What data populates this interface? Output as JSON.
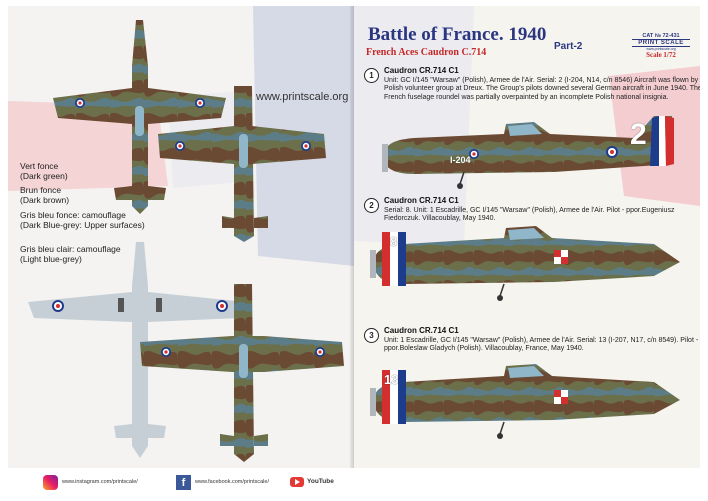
{
  "left_page": {
    "website": "www.printscale.org",
    "legend": [
      {
        "name": "Vert fonce",
        "translation": "(Dark green)"
      },
      {
        "name": "Brun fonce",
        "translation": "(Dark brown)"
      },
      {
        "name": "Gris bleu fonce: camouflage",
        "translation": "(Dark Blue-grey: Upper surfaces)"
      },
      {
        "name": "Gris bleu clair: camouflage",
        "translation": "(Light blue-grey)"
      }
    ]
  },
  "right_page": {
    "title": "Battle of France. 1940",
    "part": "Part-2",
    "subtitle": "French Aces Caudron C.714",
    "cat_no": "CAT № 72-431",
    "brand": "PRINT SCALE",
    "brand_url": "www.printscale.org",
    "scale": "Scale 1/72",
    "entries": [
      {
        "number": "1",
        "name": "Caudron CR.714 C1",
        "text": "Unit: GC I/145 \"Warsaw\" (Polish), Armee de l'Air. Serial: 2 (I-204, N14, c/n 8546) Aircraft was flown by Polish volunteer group at Dreux. The Group's pilots downed several German aircraft in June 1940. The French fuselage roundel was partially overpainted by an incomplete Polish national insignia.",
        "marking": "2",
        "code": "I-204"
      },
      {
        "number": "2",
        "name": "Caudron CR.714 C1",
        "text": "Serial: 8. Unit: 1 Escadrille, GC I/145 \"Warsaw\" (Polish), Armee de l'Air. Pilot - ppor.Eugeniusz Fiedorczuk. Villacoublay, May 1940.",
        "marking": "8"
      },
      {
        "number": "3",
        "name": "Caudron CR.714 C1",
        "text": "Unit: 1 Escadrille, GC I/145 \"Warsaw\" (Polish), Armee de l'Air. Serial: 13 (I-207, N17, c/n 8549). Pilot - ppor.Boleslaw Gladych (Polish). Villacoublay, France, May 1940.",
        "marking": "13"
      }
    ]
  },
  "footer": {
    "instagram": "www.instagram.com/printscale/",
    "facebook": "www.facebook.com/printscale/",
    "youtube": "YouTube"
  },
  "colors": {
    "title_blue": "#2a3680",
    "accent_red": "#c62828",
    "camo_green": "#6b6f4a",
    "camo_brown": "#6b4a34",
    "light_grey": "#c6cfd6",
    "canopy_blue": "#8fb7c9"
  }
}
